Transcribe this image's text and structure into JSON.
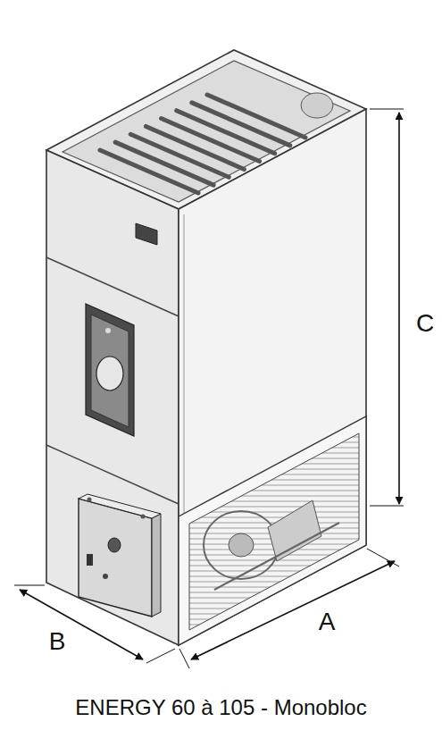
{
  "diagram": {
    "caption": "ENERGY 60 à 105 - Monobloc",
    "labels": [
      "C",
      "A",
      "B"
    ]
  }
}
